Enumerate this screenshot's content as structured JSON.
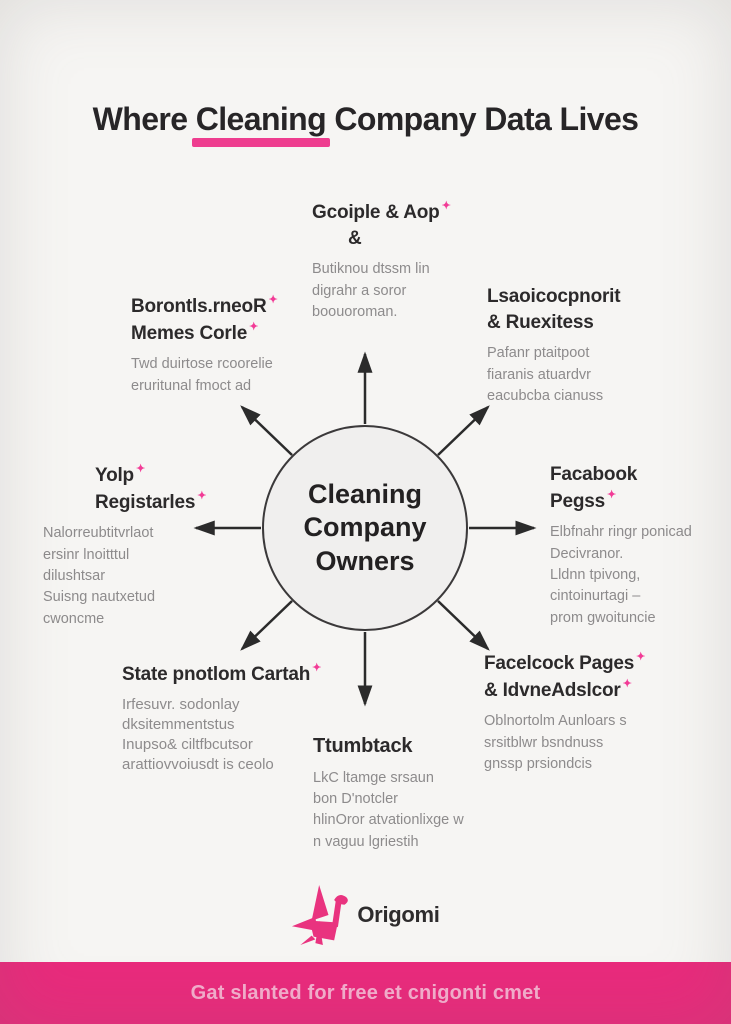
{
  "icons": {
    "sparkle": "✦"
  },
  "title": {
    "pre": "Where ",
    "highlight": "Cleaning",
    "post": " Company Data Lives"
  },
  "hub": {
    "label": "Cleaning Company Owners"
  },
  "nodes": {
    "top": {
      "heading1": "Gcoiple & Aop",
      "heading2": "&",
      "body": [
        "Butiknou dtssm lin",
        "digrahr a soror",
        "boouoroman."
      ]
    },
    "nw": {
      "heading1": "Borontls.rneoR",
      "heading2": "Memes Corle",
      "body": [
        "Twd duirtose rcoorelie",
        "eruritunal fmoct ad"
      ]
    },
    "ne": {
      "heading1": "Lsaoicocpnorit",
      "heading2": "& Ruexitess",
      "body": [
        "Pafanr ptaitpoot",
        "fiaranis atuardvr",
        "eacubcba cianuss"
      ]
    },
    "w": {
      "heading1": "Yolp",
      "heading2": "Registarles",
      "body": [
        "Nalorreubtitvrlaot",
        "ersinr lnoitttul",
        "dilushtsar",
        "Suisng nautxetud",
        "cwoncme"
      ]
    },
    "e": {
      "heading1": "Facabook",
      "heading2": "Pegss",
      "body": [
        "Elbfnahr ringr ponicad",
        "Decivranor.",
        "Lldnn tpivong,",
        "cintoinurtagi –",
        "prom gwoituncie"
      ]
    },
    "sw": {
      "heading1": "State pnotlom Cartah",
      "body": [
        "Irfesuvr. sodonlay",
        "dksitemmentstus",
        "Inupso& ciltfbcutsor",
        "arattiovvoiusdt is ceolo"
      ]
    },
    "s": {
      "heading1": "Ttumbtack",
      "body": [
        "LkC ltamge srsaun",
        "bon D'notcler",
        "hlinOror atvationlixge w",
        "n vaguu lgriestih"
      ]
    },
    "se": {
      "heading1": "Facelcock Pages",
      "heading2": "& IdvneAdslcor",
      "body": [
        "Oblnortolm Aunloars s",
        "srsitblwr bsndnuss",
        "gnssp prsiondcis"
      ]
    }
  },
  "logo": {
    "text": "Origomi"
  },
  "footer": {
    "text": "Gat slanted for free et cnigonti cmet"
  },
  "colors": {
    "accent_pink": "#ee3d8f",
    "footer_pink": "#e92a7c",
    "heading_text": "#2c2a2b",
    "body_text": "#8d8b8c",
    "arrow": "#2b2b2b"
  }
}
